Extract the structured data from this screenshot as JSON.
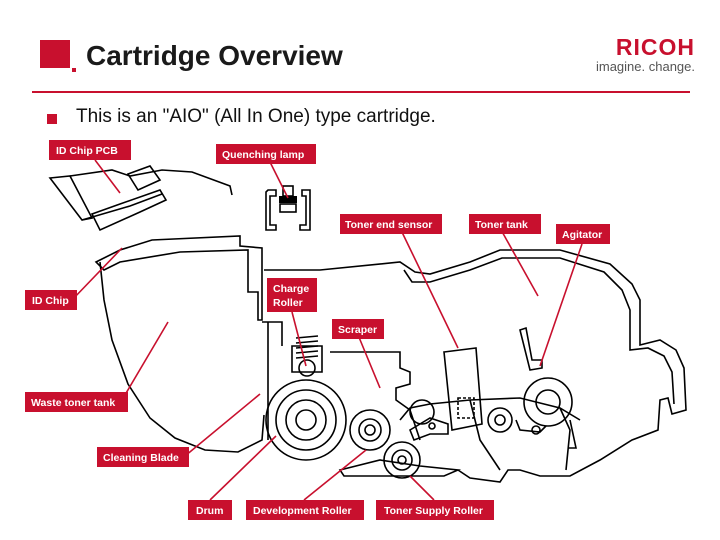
{
  "header": {
    "title": "Cartridge Overview",
    "brand": "RICOH",
    "tagline": "imagine. change.",
    "accent_color": "#c8102e"
  },
  "bullet": "This is an \"AIO\" (All In One) type cartridge.",
  "labels": {
    "id_chip_pcb": "ID Chip PCB",
    "quenching_lamp": "Quenching lamp",
    "toner_end_sensor": "Toner end sensor",
    "toner_tank": "Toner tank",
    "agitator": "Agitator",
    "charge_roller": "Charge",
    "charge_roller_2": "Roller",
    "id_chip": "ID Chip",
    "scraper": "Scraper",
    "waste_toner_tank": "Waste toner tank",
    "cleaning_blade": "Cleaning Blade",
    "drum": "Drum",
    "development_roller": "Development Roller",
    "toner_supply_roller": "Toner Supply Roller"
  }
}
